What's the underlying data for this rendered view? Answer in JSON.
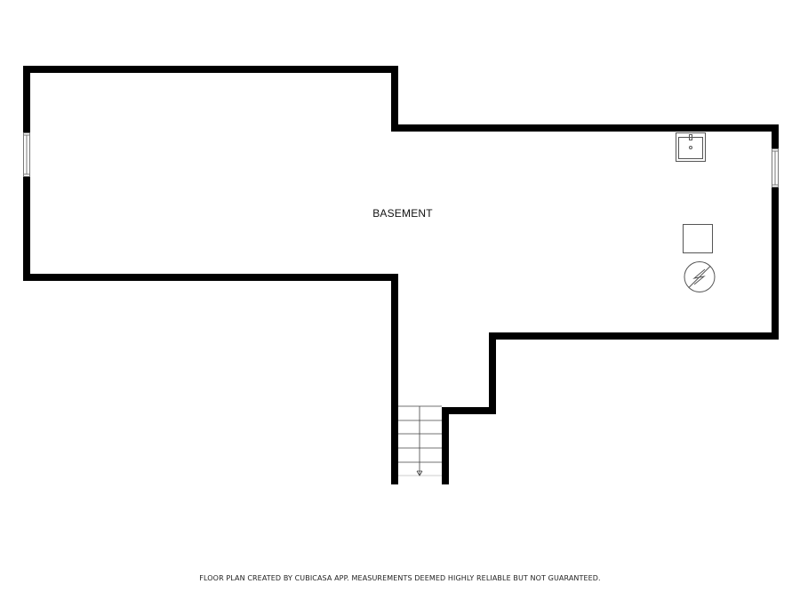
{
  "floor_plan": {
    "level": "Basement",
    "rooms": [
      {
        "name": "BASEMENT"
      }
    ],
    "fixtures": [
      {
        "type": "sink",
        "icon": "sink-icon"
      },
      {
        "type": "appliance",
        "icon": "square-appliance-icon"
      },
      {
        "type": "water-heater",
        "icon": "water-heater-icon"
      },
      {
        "type": "stairs",
        "icon": "stairs-icon",
        "direction": "down"
      }
    ],
    "windows": 2,
    "colors": {
      "wall": "#000000",
      "background": "#ffffff",
      "fixture_stroke": "#555555"
    }
  },
  "footer": {
    "disclaimer": "FLOOR PLAN CREATED BY CUBICASA APP. MEASUREMENTS DEEMED HIGHLY RELIABLE BUT NOT GUARANTEED."
  }
}
